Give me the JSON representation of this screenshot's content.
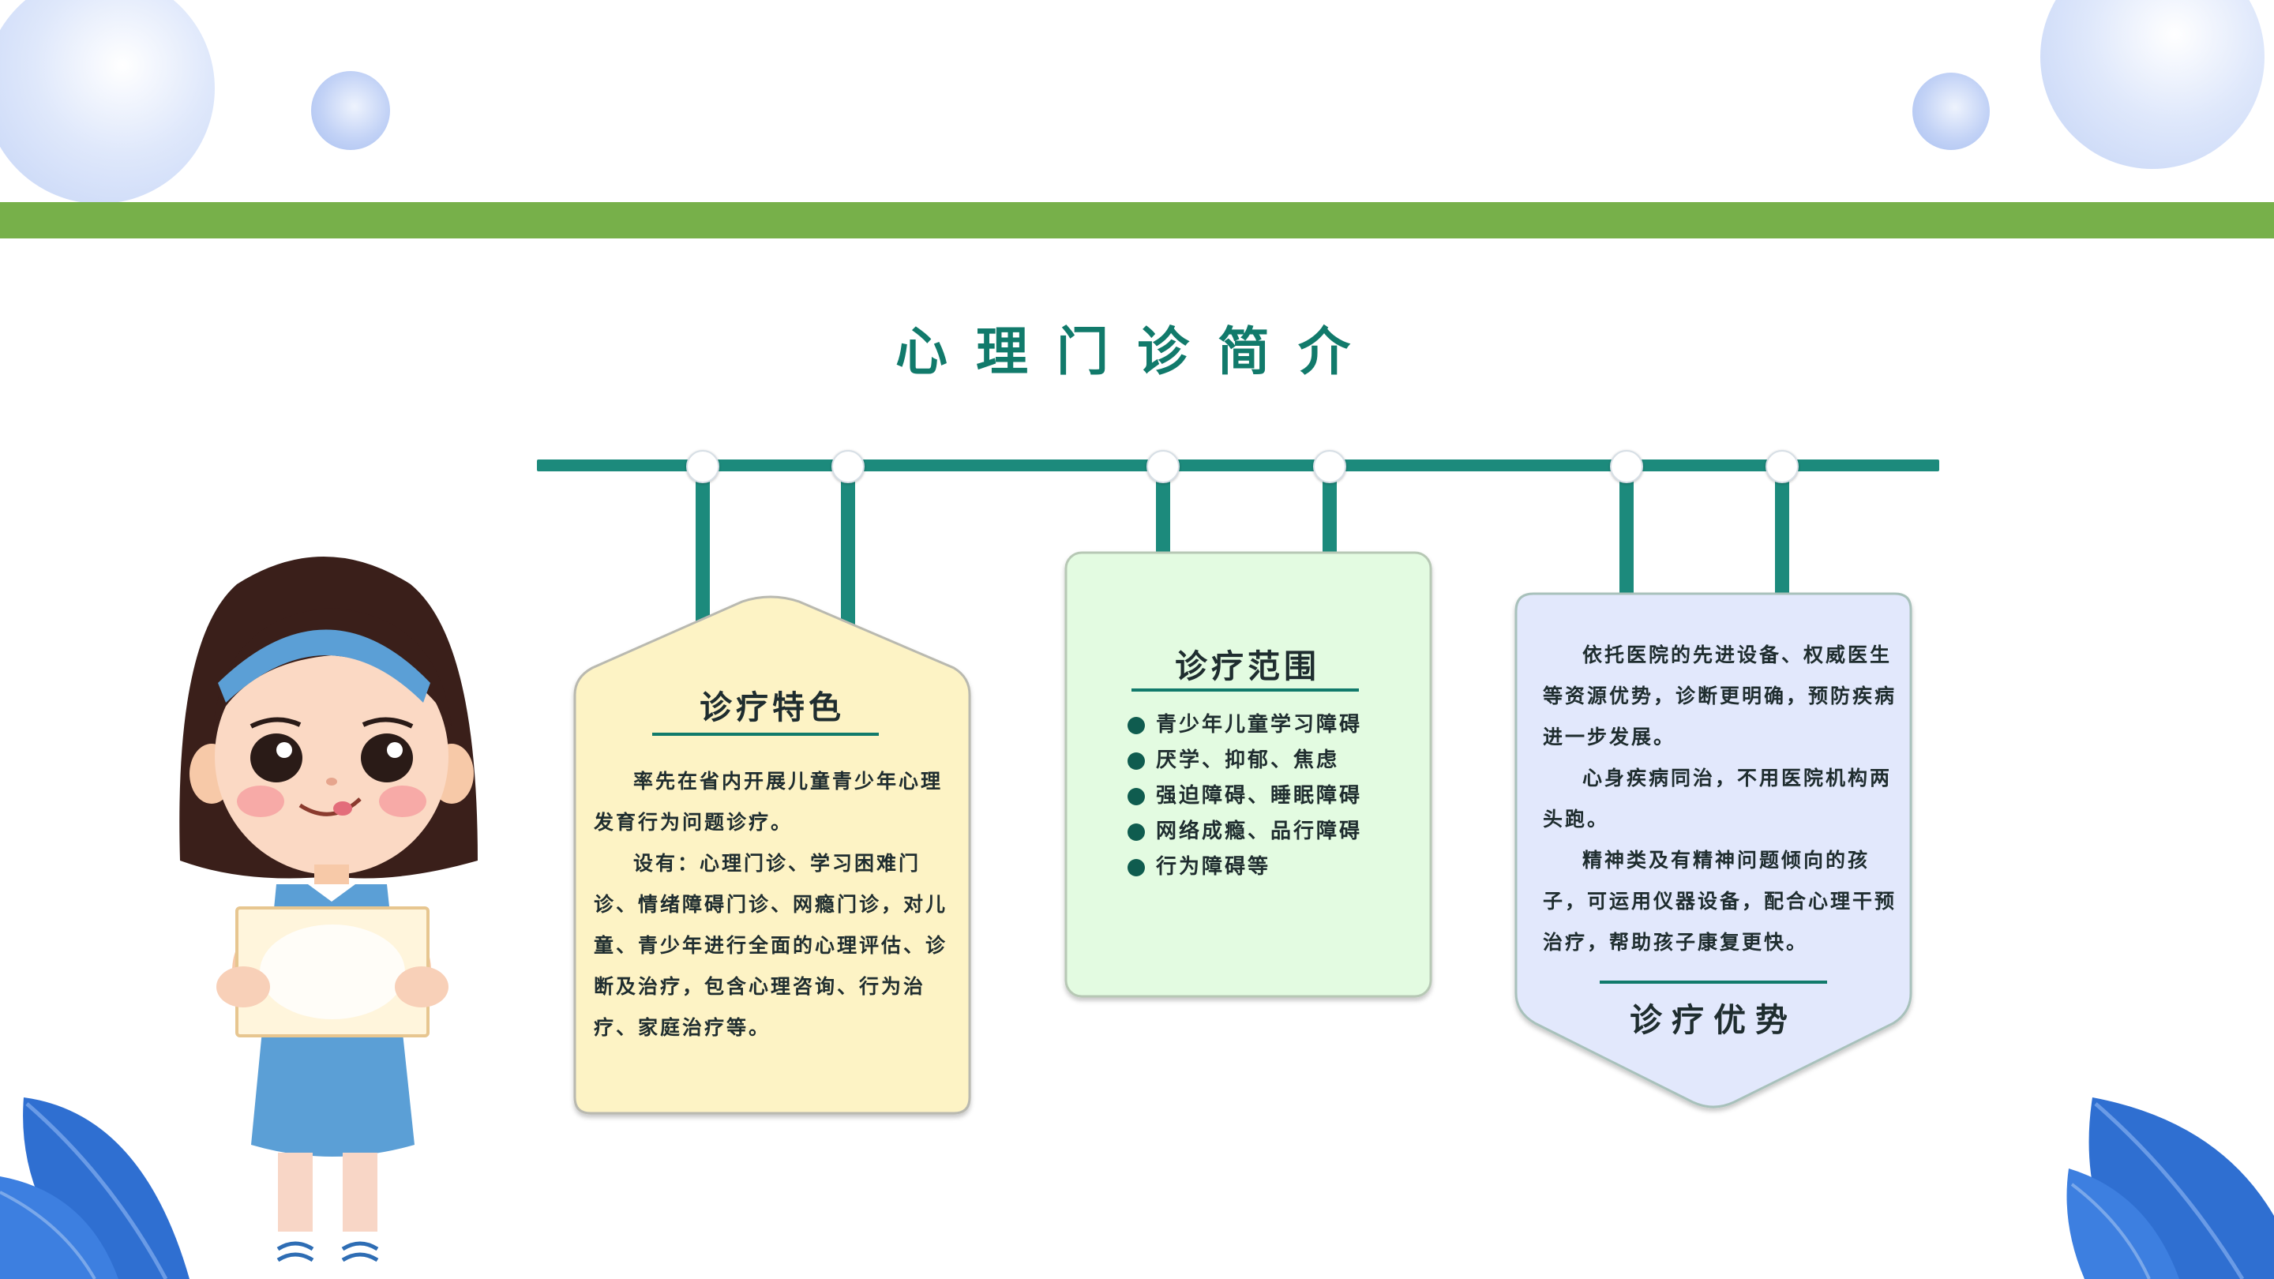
{
  "page": {
    "title": "心理门诊简介",
    "colors": {
      "band": "#77b04a",
      "accent": "#117a6b",
      "rail": "#1c8a7c"
    }
  },
  "cards": {
    "features": {
      "heading": "诊疗特色",
      "paragraphs": [
        "率先在省内开展儿童青少年心理发育行为问题诊疗。",
        "设有：心理门诊、学习困难门诊、情绪障碍门诊、网瘾门诊，对儿童、青少年进行全面的心理评估、诊断及治疗，包含心理咨询、行为治疗、家庭治疗等。"
      ],
      "background": "#fdf3c5"
    },
    "scope": {
      "heading": "诊疗范围",
      "items": [
        "青少年儿童学习障碍",
        "厌学、抑郁、焦虑",
        "强迫障碍、睡眠障碍",
        "网络成瘾、品行障碍",
        "行为障碍等"
      ],
      "background": "#e3fbe1"
    },
    "advantages": {
      "heading": "诊疗优势",
      "paragraphs": [
        "依托医院的先进设备、权威医生等资源优势，诊断更明确，预防疾病进一步发展。",
        "心身疾病同治，不用医院机构两头跑。",
        "精神类及有精神问题倾向的孩子，可运用仪器设备，配合心理干预治疗，帮助孩子康复更快。"
      ],
      "background": "#e2e8fc"
    }
  },
  "illustration": {
    "subject": "girl-holding-sign",
    "decor": "leaf-icon"
  }
}
